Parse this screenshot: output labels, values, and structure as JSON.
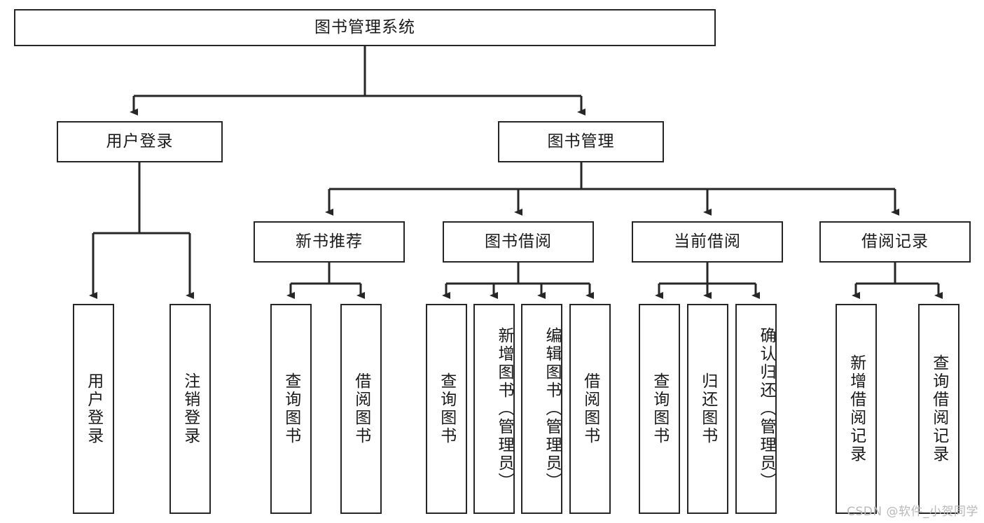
{
  "diagram": {
    "type": "tree-hierarchy",
    "title": "图书管理系统",
    "watermark": "CSDN @软件_小贺同学",
    "colors": {
      "stroke": "#262626",
      "background": "#ffffff",
      "text": "#1a1a1a",
      "watermark": "#b9b9b9"
    },
    "levels": [
      {
        "level": 1,
        "nodes": [
          {
            "id": "root",
            "label": "图书管理系统",
            "orientation": "horizontal"
          }
        ]
      },
      {
        "level": 2,
        "nodes": [
          {
            "id": "user-login",
            "label": "用户登录",
            "orientation": "horizontal",
            "parent": "root"
          },
          {
            "id": "book-management",
            "label": "图书管理",
            "orientation": "horizontal",
            "parent": "root"
          }
        ]
      },
      {
        "level": 3,
        "nodes": [
          {
            "id": "new-book-recommend",
            "label": "新书推荐",
            "orientation": "horizontal",
            "parent": "book-management"
          },
          {
            "id": "book-borrow",
            "label": "图书借阅",
            "orientation": "horizontal",
            "parent": "book-management"
          },
          {
            "id": "current-borrow",
            "label": "当前借阅",
            "orientation": "horizontal",
            "parent": "book-management"
          },
          {
            "id": "borrow-record",
            "label": "借阅记录",
            "orientation": "horizontal",
            "parent": "book-management"
          }
        ]
      },
      {
        "level": 4,
        "nodes": [
          {
            "id": "leaf-user-login",
            "label": "用户登录",
            "orientation": "vertical",
            "parent": "user-login"
          },
          {
            "id": "leaf-logout",
            "label": "注销登录",
            "orientation": "vertical",
            "parent": "user-login"
          },
          {
            "id": "leaf-query-book-1",
            "label": "查询图书",
            "orientation": "vertical",
            "parent": "new-book-recommend"
          },
          {
            "id": "leaf-borrow-book-1",
            "label": "借阅图书",
            "orientation": "vertical",
            "parent": "new-book-recommend"
          },
          {
            "id": "leaf-query-book-2",
            "label": "查询图书",
            "orientation": "vertical",
            "parent": "book-borrow"
          },
          {
            "id": "leaf-add-book",
            "label": "新增图书（管理员）",
            "orientation": "vertical",
            "parent": "book-borrow"
          },
          {
            "id": "leaf-edit-book",
            "label": "编辑图书（管理员）",
            "orientation": "vertical",
            "parent": "book-borrow"
          },
          {
            "id": "leaf-borrow-book-2",
            "label": "借阅图书",
            "orientation": "vertical",
            "parent": "book-borrow"
          },
          {
            "id": "leaf-query-book-3",
            "label": "查询图书",
            "orientation": "vertical",
            "parent": "current-borrow"
          },
          {
            "id": "leaf-return-book",
            "label": "归还图书",
            "orientation": "vertical",
            "parent": "current-borrow"
          },
          {
            "id": "leaf-confirm-return",
            "label": "确认归还（管理员）",
            "orientation": "vertical",
            "parent": "current-borrow"
          },
          {
            "id": "leaf-add-record",
            "label": "新增借阅记录",
            "orientation": "vertical",
            "parent": "borrow-record"
          },
          {
            "id": "leaf-query-record",
            "label": "查询借阅记录",
            "orientation": "vertical",
            "parent": "borrow-record"
          }
        ]
      }
    ]
  }
}
